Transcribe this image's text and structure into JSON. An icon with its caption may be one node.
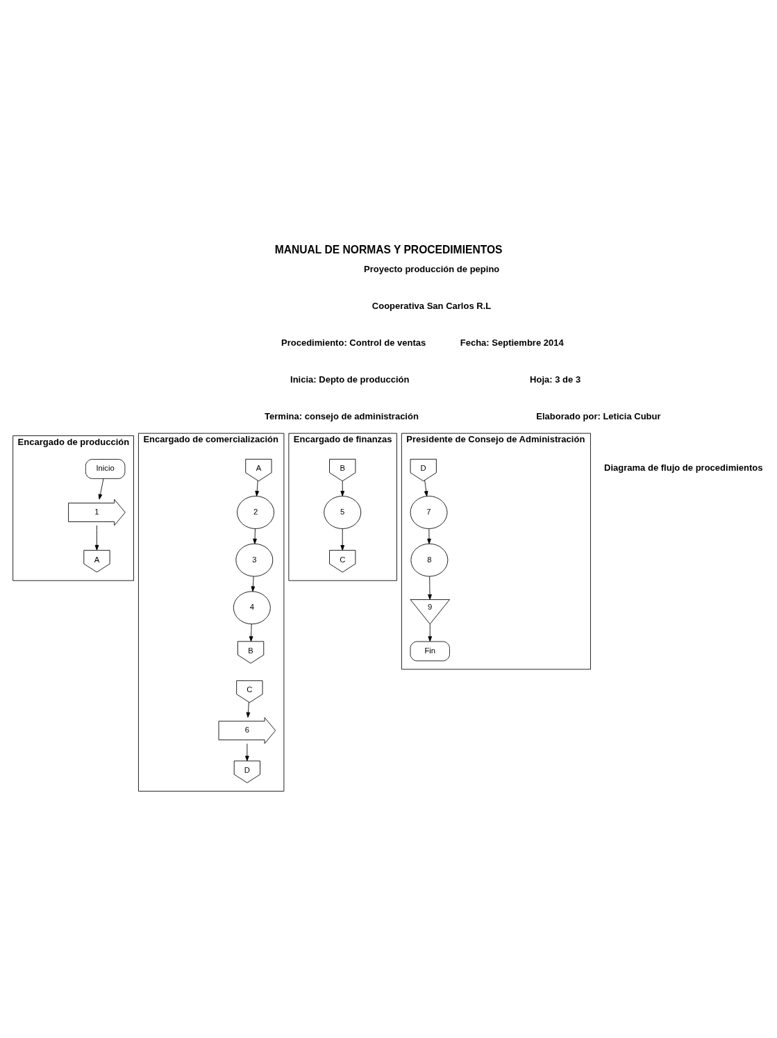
{
  "diagram": {
    "title": "MANUAL DE NORMAS Y PROCEDIMIENTOS",
    "nodes": [
      {
        "text": [
          "Encargado de producción"
        ]
      },
      {
        "text": [
          "Inicio"
        ],
        "in": 0
      },
      {
        "text": [
          "1"
        ],
        "in": 0
      },
      {
        "text": [
          "A"
        ],
        "in": 0
      },
      {
        "text": [
          "Encargado de comercialización"
        ]
      },
      {
        "text": [
          "A"
        ],
        "in": 4
      },
      {
        "text": [
          "2"
        ],
        "in": 4
      },
      {
        "text": [
          "3"
        ],
        "in": 4
      },
      {
        "text": [
          "4"
        ],
        "in": 4
      },
      {
        "text": [
          "B"
        ],
        "in": 4
      },
      {
        "text": [
          "C"
        ],
        "in": 4
      },
      {
        "text": [
          "6"
        ],
        "in": 4
      },
      {
        "text": [
          "D"
        ],
        "in": 4
      },
      {
        "text": [
          "Encargado de finanzas"
        ]
      },
      {
        "text": [
          "B"
        ],
        "in": 13
      },
      {
        "text": [
          "5"
        ],
        "in": 13
      },
      {
        "text": [
          "C"
        ],
        "in": 13
      },
      {
        "text": [
          "Presidente de Consejo de Administración"
        ]
      },
      {
        "text": [
          "D"
        ],
        "in": 17
      },
      {
        "text": [
          "7"
        ],
        "in": 17
      },
      {
        "text": [
          "8"
        ],
        "in": 17
      },
      {
        "text": [
          "9"
        ],
        "in": 17
      },
      {
        "text": [
          "Fin"
        ],
        "in": 17
      }
    ],
    "edges": [
      {
        "from": 1,
        "to": 2,
        "arrow": "to"
      },
      {
        "from": 2,
        "to": 3,
        "arrow": "to"
      },
      {
        "from": 5,
        "to": 6,
        "arrow": "to"
      },
      {
        "from": 6,
        "to": 7,
        "arrow": "to"
      },
      {
        "from": 7,
        "to": 8,
        "arrow": "to"
      },
      {
        "from": 8,
        "to": 9,
        "arrow": "to"
      },
      {
        "from": 10,
        "to": 11,
        "arrow": "to"
      },
      {
        "from": 11,
        "to": 12,
        "arrow": "to"
      },
      {
        "from": 14,
        "to": 15,
        "arrow": "to"
      },
      {
        "from": 15,
        "to": 16,
        "arrow": "to"
      },
      {
        "from": 18,
        "to": 19,
        "arrow": "to"
      },
      {
        "from": 19,
        "to": 20,
        "arrow": "to"
      },
      {
        "from": 20,
        "to": 21,
        "arrow": "to"
      },
      {
        "from": 21,
        "to": 22,
        "arrow": "to"
      }
    ],
    "labels": [
      "Proyecto producción de pepino",
      "Cooperativa San Carlos R.L",
      "Procedimiento: Control de ventas",
      "Fecha: Septiembre 2014",
      "Hoja: 3 de 3",
      "Elaborado por: Leticia Cubur",
      "Inicia: Depto de producción",
      "Termina: consejo de administración",
      "Diagrama de flujo de procedimientos"
    ]
  }
}
